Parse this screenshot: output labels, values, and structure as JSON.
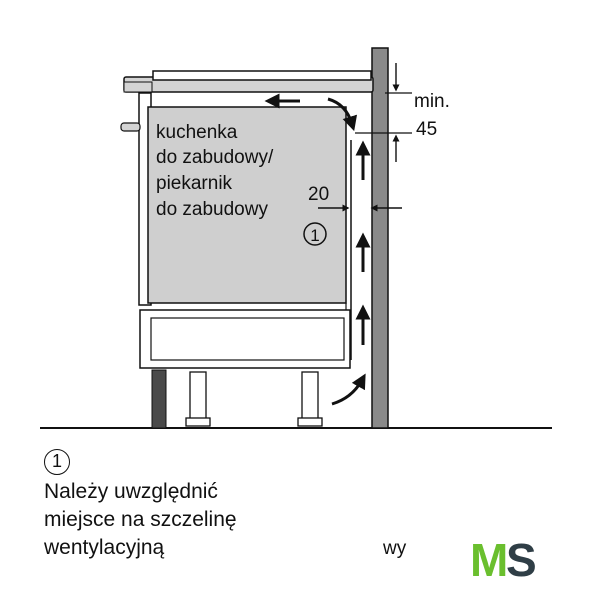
{
  "labels": {
    "appliance": [
      "kuchenka",
      "do zabudowy/",
      "piekarnik",
      "do zabudowy"
    ],
    "marker": "1",
    "min_label": "min.",
    "min_value": "45",
    "gap_value": "20"
  },
  "caption": {
    "marker": "1",
    "lines": [
      "Należy uwzględnić",
      "miejsce na szczelinę",
      "wentylacyjną"
    ]
  },
  "footer_fragment": "wy",
  "logo": {
    "text_m": "M",
    "text_s": "S",
    "color_m": "#6abf2e",
    "color_s": "#2f3e46"
  },
  "colors": {
    "panel": "#cfcfcf",
    "wall": "#8a8a8a",
    "plinth": "#4a4a4a",
    "line": "#111111"
  }
}
